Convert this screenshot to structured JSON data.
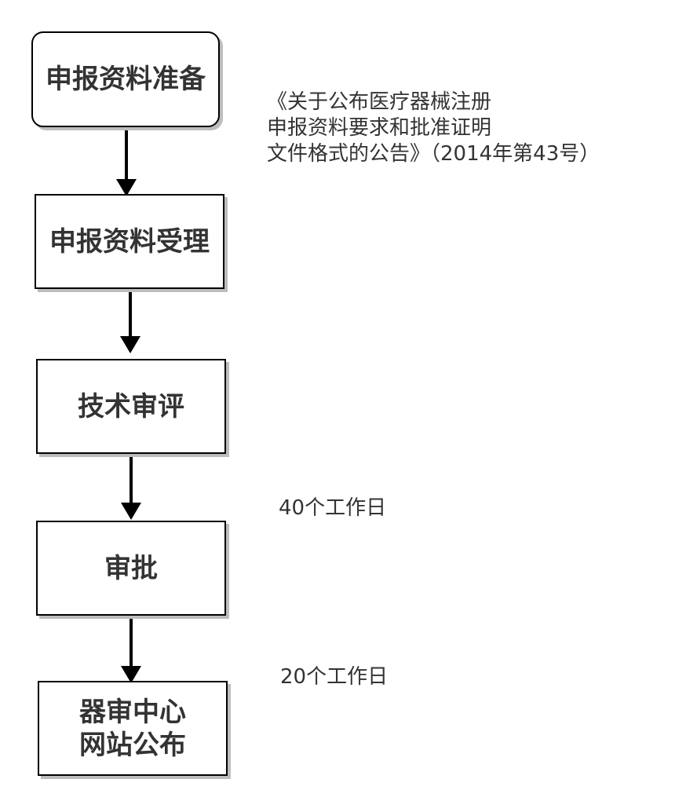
{
  "steps": [
    {
      "label": "申报资料准备"
    },
    {
      "label": "申报资料受理"
    },
    {
      "label": "技术审评"
    },
    {
      "label": "审批"
    },
    {
      "label_line1": "器审中心",
      "label_line2": "网站公布"
    }
  ],
  "notes": {
    "regulation": {
      "line1": "《关于公布医疗器械注册",
      "line2": "申报资料要求和批准证明",
      "line3": "文件格式的公告》（2014年第43号）"
    },
    "review_days": "40个工作日",
    "approval_days": "20个工作日"
  },
  "colors": {
    "box_border": "#000000",
    "box_shadow": "#bdbdbd",
    "text": "#333333",
    "arrow": "#000000"
  }
}
